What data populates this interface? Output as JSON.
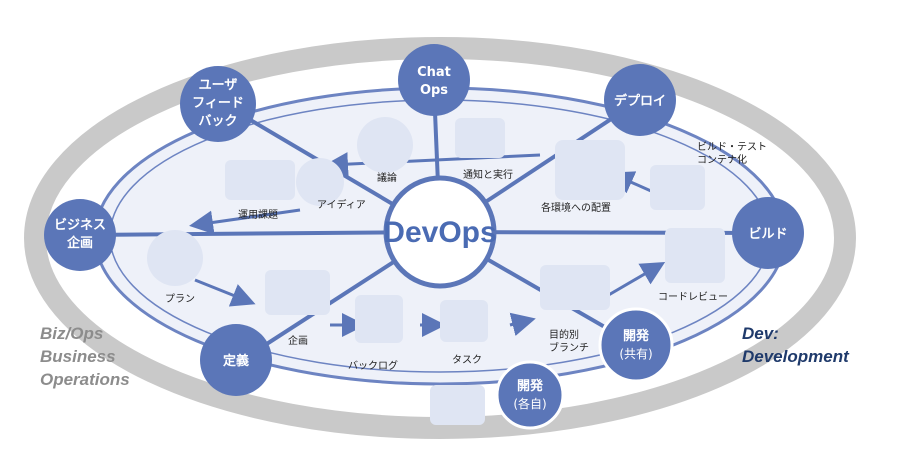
{
  "center": {
    "label": "DevOps"
  },
  "nodes": {
    "chatops": [
      "Chat",
      "Ops"
    ],
    "feedback": [
      "ユーザ",
      "フィード",
      "バック"
    ],
    "deploy": [
      "デプロイ"
    ],
    "business_plan": [
      "ビジネス",
      "企画"
    ],
    "build": [
      "ビルド"
    ],
    "definition": [
      "定義"
    ],
    "dev_shared": [
      "開発",
      "(共有)"
    ],
    "dev_individual": [
      "開発",
      "(各自)"
    ]
  },
  "labels": {
    "discussion": "議論",
    "notify_execute": "通知と実行",
    "ops_issues": "運用課題",
    "idea": "アイディア",
    "deploy_env": "各環境への配置",
    "build_test_line1": "ビルド・テスト",
    "build_test_line2": "コンテナ化",
    "plan": "プラン",
    "code_review": "コードレビュー",
    "planning": "企画",
    "backlog": "バックログ",
    "task": "タスク",
    "branch_line1": "目的別",
    "branch_line2": "ブランチ"
  },
  "sides": {
    "bizops": [
      "Biz/Ops",
      "Business",
      "Operations"
    ],
    "dev": [
      "Dev:",
      "Development"
    ]
  },
  "colors": {
    "node": "#5b76b8",
    "ring_gray": "#bdbdbd",
    "ring_blue": "#6d84c2",
    "spoke": "#5b76b8",
    "center_text": "#4a6bb3",
    "biz_text": "#8c8c8c",
    "dev_text": "#1f3a6b"
  }
}
